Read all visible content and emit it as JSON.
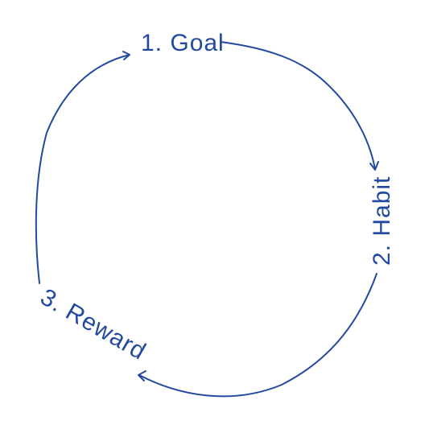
{
  "diagram": {
    "type": "cycle",
    "color": "#2349a0",
    "steps": [
      {
        "label": "1. Goal"
      },
      {
        "label": "2. Habit"
      },
      {
        "label": "3. Reward"
      }
    ],
    "direction": "clockwise"
  }
}
